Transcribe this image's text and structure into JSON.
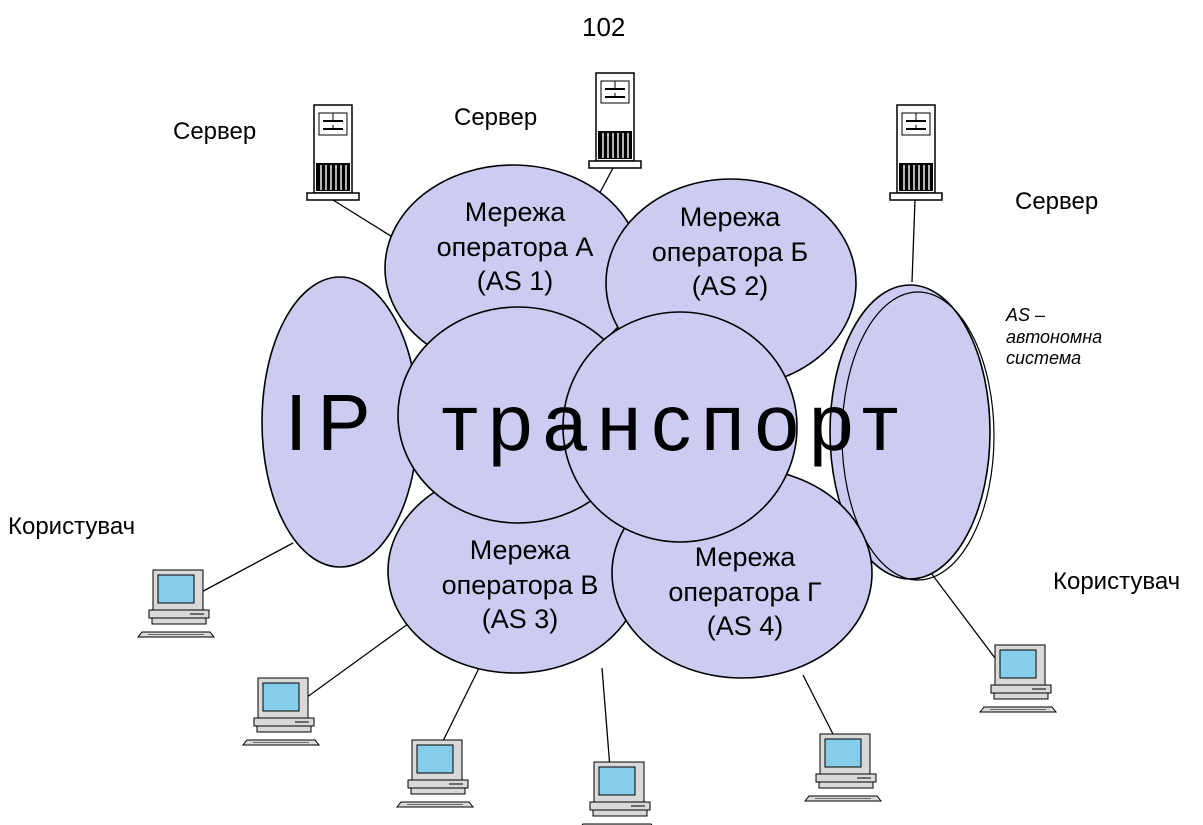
{
  "page_number": "102",
  "big_cloud_title": "IP транспорт",
  "servers": [
    {
      "label": "Сервер"
    },
    {
      "label": "Сервер"
    },
    {
      "label": "Сервер"
    }
  ],
  "users": [
    {
      "label": "Користувач"
    },
    {
      "label": "Користувач"
    }
  ],
  "networks": [
    {
      "line1": "Мережа",
      "line2": "оператора  А",
      "line3": "(AS 1)"
    },
    {
      "line1": "Мережа",
      "line2": "оператора  Б",
      "line3": "(AS 2)"
    },
    {
      "line1": "Мережа",
      "line2": "оператора  В",
      "line3": "(AS 3)"
    },
    {
      "line1": "Мережа",
      "line2": "оператора  Г",
      "line3": "(AS 4)"
    }
  ],
  "as_note": {
    "line1": "AS –",
    "line2": "автономна",
    "line3": "система"
  },
  "colors": {
    "cloud_fill": "#ccccf2",
    "outline": "#000000",
    "monitor_screen": "#87ceeb",
    "device_body": "#d9d9d9"
  },
  "icons": {
    "server": "server-icon",
    "computer": "computer-icon"
  }
}
